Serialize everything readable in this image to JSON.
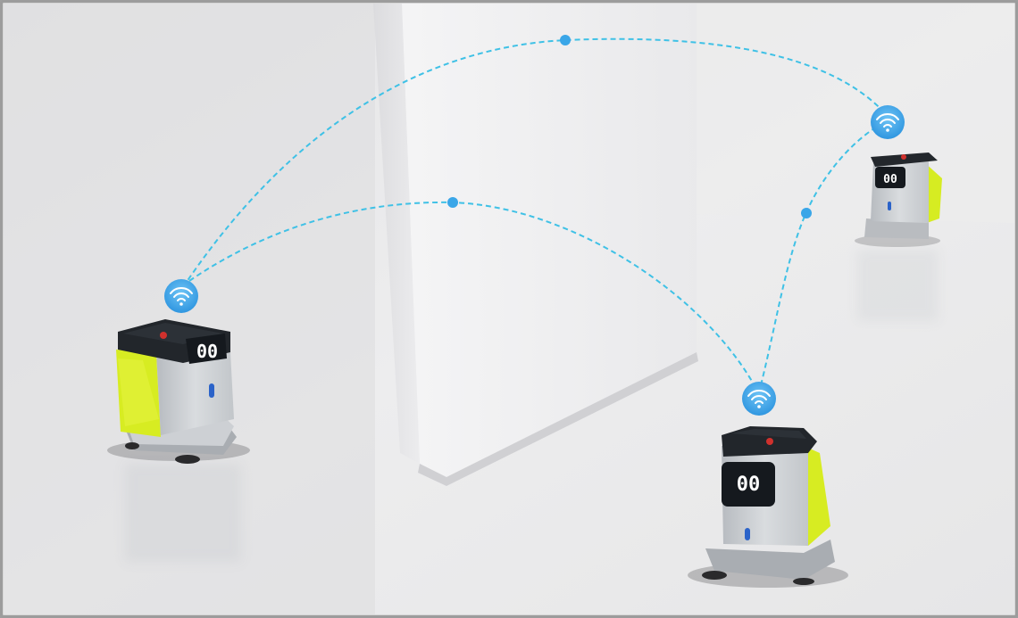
{
  "scene": {
    "subject": "robots",
    "colors": {
      "link": "#3fc1e6",
      "badge": "#3ba6ea",
      "robot_body": "#c9cdd1",
      "robot_top": "#1f2328",
      "accent": "#d7ee22",
      "face": "#15191e",
      "wall": "#f3f3f4",
      "floor": "#e9e9ea"
    },
    "robots": [
      {
        "name": "left",
        "face_text": "00"
      },
      {
        "name": "bottom-right",
        "face_text": "00"
      },
      {
        "name": "top-right",
        "face_text": "00"
      }
    ],
    "icon": "wifi-icon"
  }
}
